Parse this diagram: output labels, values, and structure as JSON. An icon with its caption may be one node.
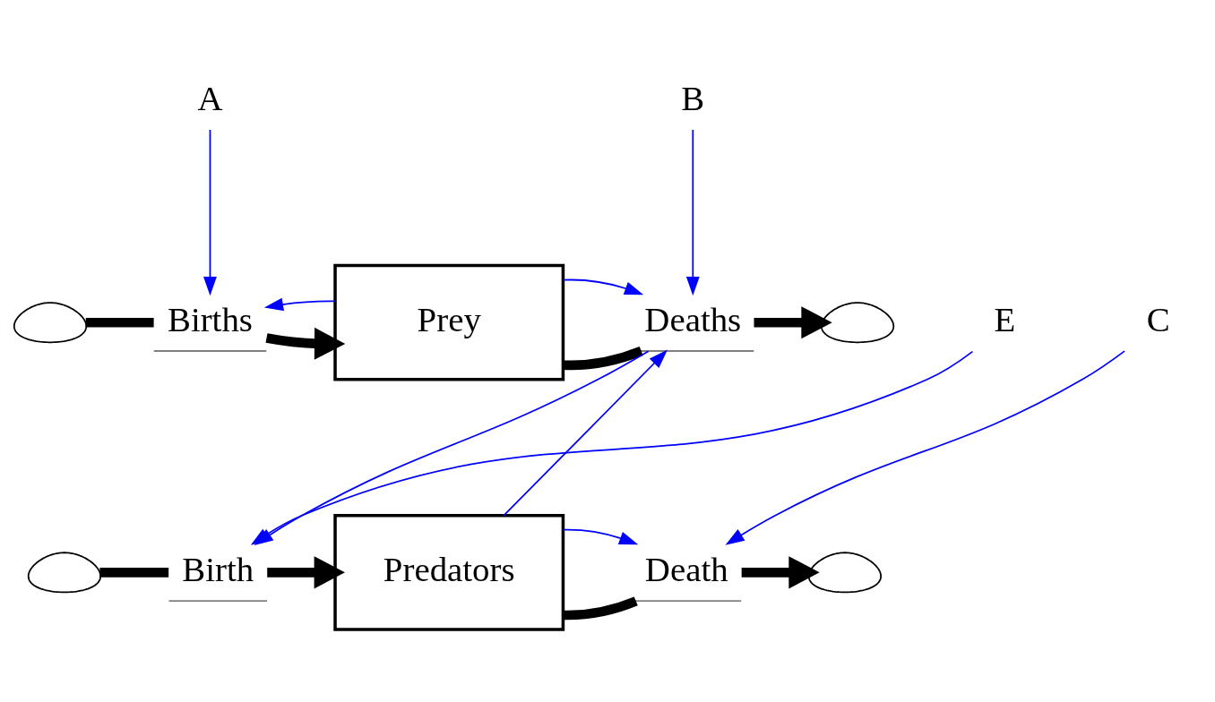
{
  "diagram": {
    "nodes": [
      {
        "text": [],
        "shape": "cloud"
      },
      {
        "text": [
          "Births"
        ]
      },
      {
        "text": [
          "Prey"
        ]
      },
      {
        "text": [
          "Deaths"
        ]
      },
      {
        "text": [],
        "shape": "cloud"
      },
      {
        "text": [],
        "shape": "cloud"
      },
      {
        "text": [
          "Birth"
        ]
      },
      {
        "text": [
          "Predators"
        ]
      },
      {
        "text": [
          "Death"
        ]
      },
      {
        "text": [],
        "shape": "cloud"
      },
      {
        "text": [
          "A"
        ]
      },
      {
        "text": [
          "B"
        ]
      },
      {
        "text": [
          "C"
        ]
      },
      {
        "text": [
          "E"
        ]
      }
    ],
    "edges": [
      {
        "from": 0,
        "to": 1,
        "arrow": "none",
        "style": "thick",
        "color": "#000000"
      },
      {
        "from": 1,
        "to": 2,
        "arrow": "to",
        "style": "thick",
        "color": "#000000"
      },
      {
        "from": 2,
        "to": 3,
        "arrow": "none",
        "style": "thick",
        "color": "#000000"
      },
      {
        "from": 3,
        "to": 4,
        "arrow": "to",
        "style": "thick",
        "color": "#000000"
      },
      {
        "from": 5,
        "to": 6,
        "arrow": "none",
        "style": "thick",
        "color": "#000000"
      },
      {
        "from": 6,
        "to": 7,
        "arrow": "to",
        "style": "thick",
        "color": "#000000"
      },
      {
        "from": 7,
        "to": 8,
        "arrow": "none",
        "style": "thick",
        "color": "#000000"
      },
      {
        "from": 8,
        "to": 9,
        "arrow": "to",
        "style": "thick",
        "color": "#000000"
      },
      {
        "from": 10,
        "to": 1,
        "arrow": "to"
      },
      {
        "from": 2,
        "to": 1,
        "arrow": "to"
      },
      {
        "from": 2,
        "to": 3,
        "arrow": "to"
      },
      {
        "from": 11,
        "to": 3,
        "arrow": "to"
      },
      {
        "from": 7,
        "to": 3,
        "arrow": "to"
      },
      {
        "from": 3,
        "to": 6,
        "arrow": "to"
      },
      {
        "from": 7,
        "to": 8,
        "arrow": "to"
      },
      {
        "from": 12,
        "to": 8,
        "arrow": "to"
      },
      {
        "from": 13,
        "to": 6,
        "arrow": "to"
      }
    ]
  }
}
